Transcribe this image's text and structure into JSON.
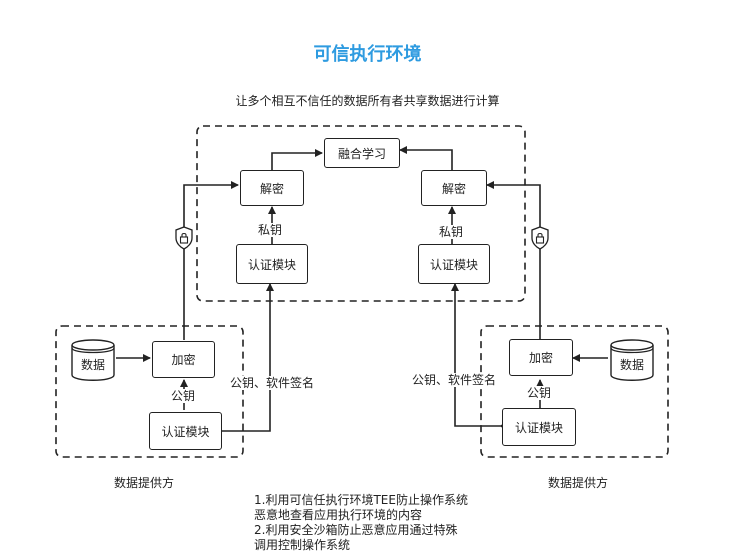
{
  "title": "可信执行环境",
  "subtitle": "让多个相互不信任的数据所有者共享数据进行计算",
  "tee": {
    "fusion_label": "融合学习",
    "left_decrypt_label": "解密",
    "right_decrypt_label": "解密",
    "left_private_key_label": "私钥",
    "right_private_key_label": "私钥",
    "left_auth_label": "认证模块",
    "right_auth_label": "认证模块"
  },
  "left_provider": {
    "data_label": "数据",
    "encrypt_label": "加密",
    "public_key_label": "公钥",
    "auth_label": "认证模块",
    "name": "数据提供方"
  },
  "right_provider": {
    "data_label": "数据",
    "encrypt_label": "加密",
    "public_key_label": "公钥",
    "auth_label": "认证模块",
    "name": "数据提供方"
  },
  "edges": {
    "left_pubkey_sig": "公钥、软件签名",
    "right_pubkey_sig": "公钥、软件签名"
  },
  "notes": [
    "1.利用可信任执行环境TEE防止操作系统",
    "恶意地查看应用执行环境的内容",
    "2.利用安全沙箱防止恶意应用通过特殊",
    "调用控制操作系统"
  ]
}
